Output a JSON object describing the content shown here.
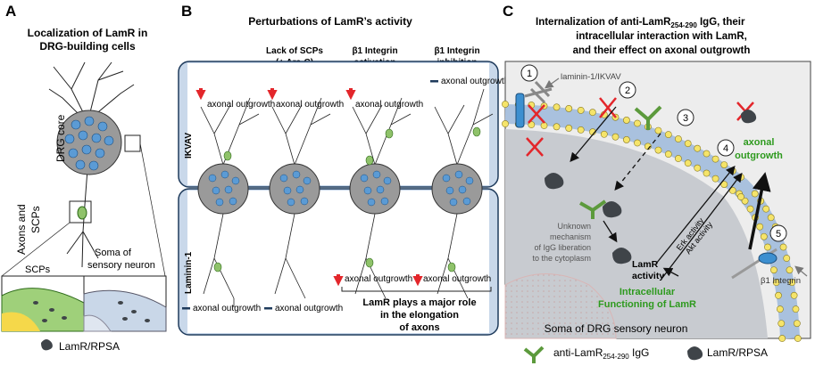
{
  "panel_a": {
    "letter": "A",
    "title_line1": "Localization of LamR in",
    "title_line2": "DRG-building cells",
    "drg_core": "DRG core",
    "axons_line1": "Axons and",
    "axons_line2": "SCPs",
    "scps": "SCPs",
    "soma_line1": "Soma of",
    "soma_line2": "sensory neuron",
    "legend": "LamR/RPSA"
  },
  "panel_b": {
    "letter": "B",
    "title": "Perturbations of LamR’s activity",
    "col_headers": [
      {
        "line1": "Lack of SCPs",
        "line2": "(+ Ara-C)"
      },
      {
        "line1": "β1 Integrin",
        "line2": "activation"
      },
      {
        "line1": "β1 Integrin",
        "line2": "inhibition"
      }
    ],
    "row_ikvav": "IKVAV",
    "row_laminin": "Laminin-1",
    "top_labels": [
      "axonal outgrowth",
      "axonal outgrowth",
      "axonal outgrowth",
      "axonal outgrowth"
    ],
    "bottom_labels": [
      "axonal outgrowth",
      "axonal outgrowth",
      "axonal outgrowth",
      "axonal outgrowth"
    ],
    "conclusion_line1": "LamR plays a major role",
    "conclusion_line2": "in the elongation",
    "conclusion_line3": "of axons"
  },
  "panel_c": {
    "letter": "C",
    "title_line1": "Internalization of anti-LamR",
    "title_sub": "254-290",
    "title_line1_end": " IgG, their",
    "title_line2": "intracellular interaction with LamR,",
    "title_line3": "and their effect on axonal outgrowth",
    "laminin_label": "laminin-1/IKVAV",
    "axonal_line1": "axonal",
    "axonal_line2": "outgrowth",
    "erk": "Erk activity",
    "akt": "Akt activity",
    "unknown_line1": "Unknown",
    "unknown_line2": "mechanism",
    "unknown_line3": "of IgG liberation",
    "unknown_line4": "to the cytoplasm",
    "lamr_line1": "LamR",
    "lamr_line2": "activity",
    "intracellular_line1": "Intracellular",
    "intracellular_line2": "Functioning of LamR",
    "integrin": "β1 Integrin",
    "soma": "Soma of DRG sensory neuron",
    "numbers": [
      "1",
      "2",
      "3",
      "4",
      "5"
    ],
    "legend_igg": "anti-LamR",
    "legend_igg_sub": "254-290",
    "legend_igg_end": " IgG",
    "legend_lamr": "LamR/RPSA"
  },
  "colors": {
    "green_text": "#2e9a1e",
    "red_arrow": "#e3262b",
    "navy": "#1f3b5c",
    "cell_blue": "#4a8fc8",
    "membrane_blue": "#aac3df",
    "yellow_bead": "#f5e46a",
    "igg_green": "#5c9a3c",
    "lamr_dark": "#3a3f44"
  }
}
